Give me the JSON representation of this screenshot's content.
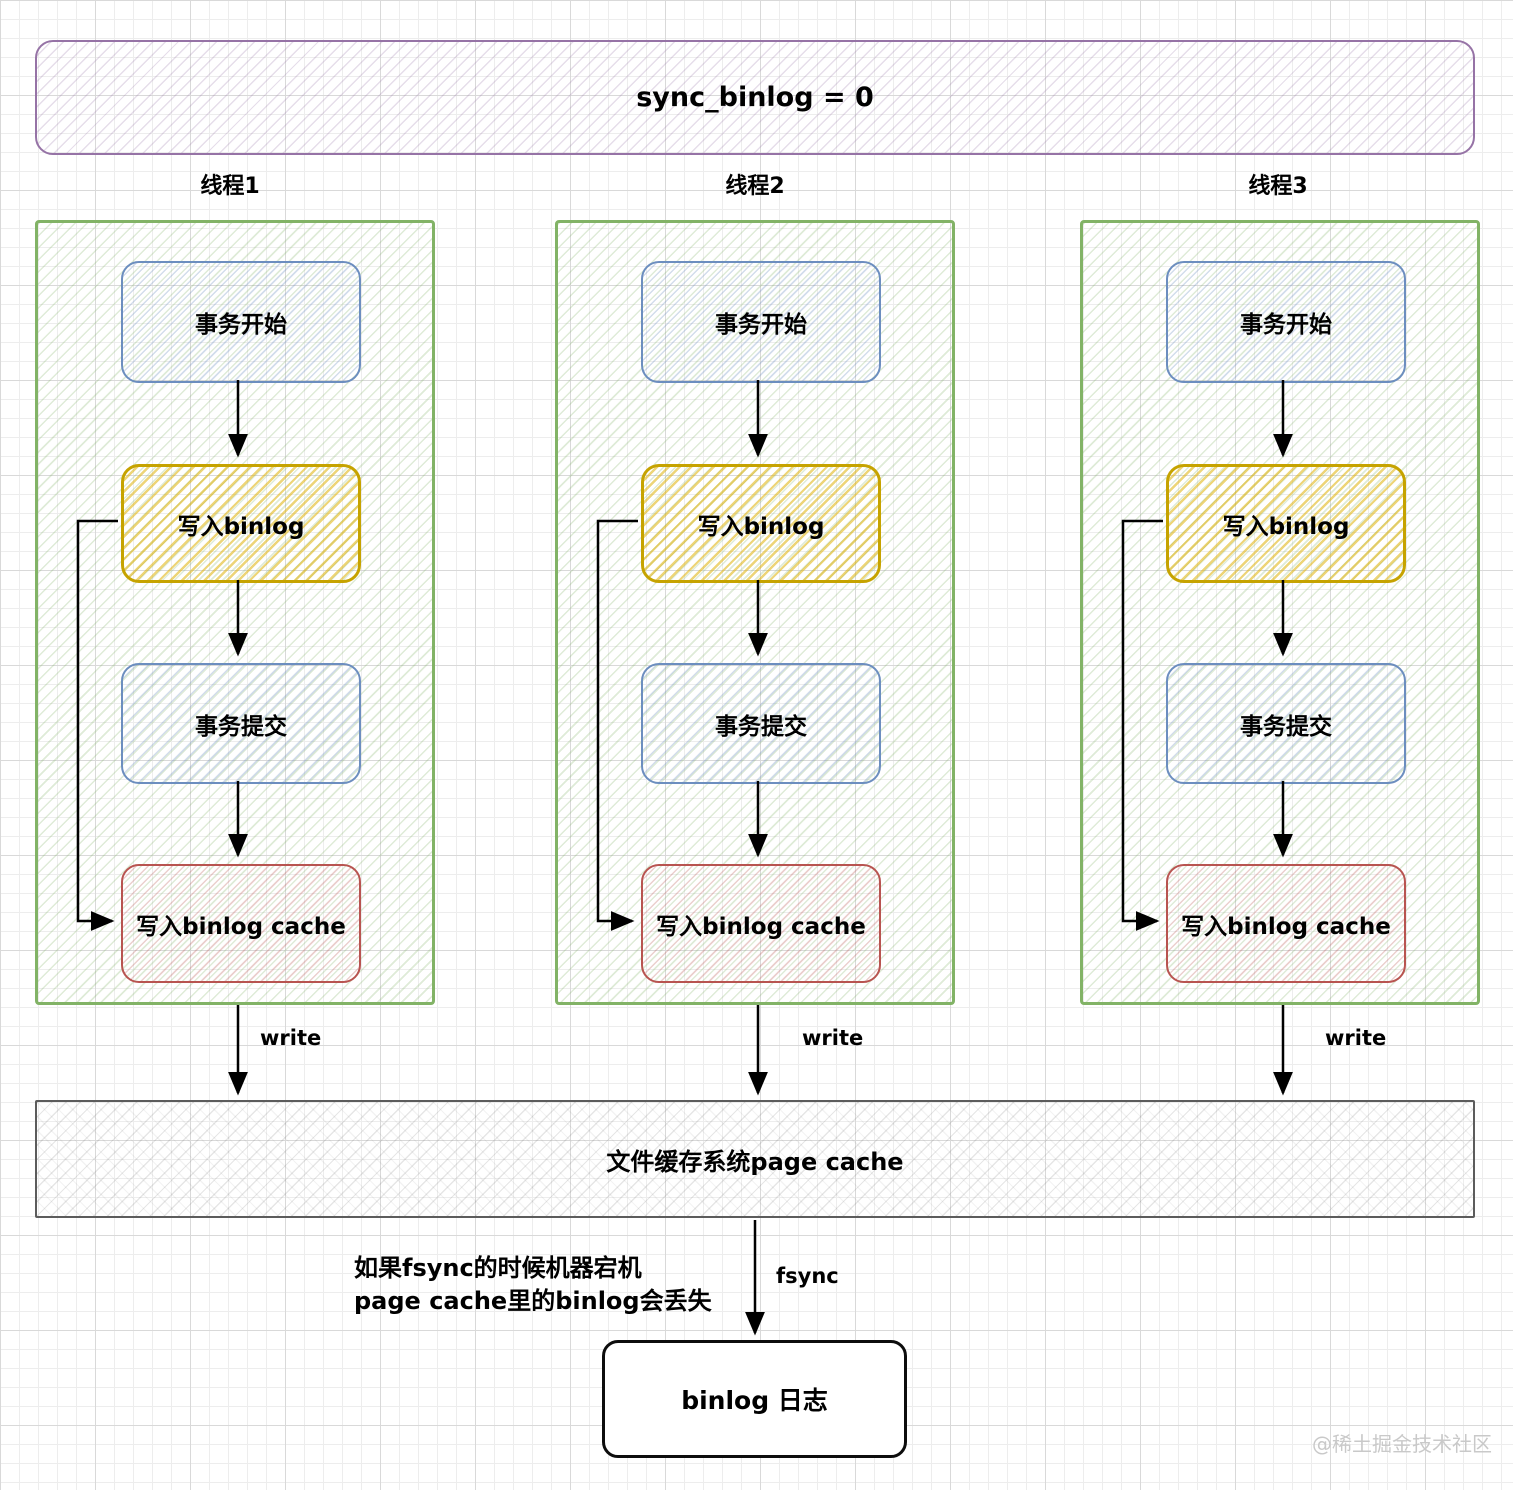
{
  "banner": {
    "label": "sync_binlog = 0"
  },
  "columns": [
    {
      "title": "线程1",
      "write_label": "write",
      "steps": [
        {
          "label": "事务开始"
        },
        {
          "label": "写入binlog"
        },
        {
          "label": "事务提交"
        },
        {
          "label": "写入binlog cache"
        }
      ]
    },
    {
      "title": "线程2",
      "write_label": "write",
      "steps": [
        {
          "label": "事务开始"
        },
        {
          "label": "写入binlog"
        },
        {
          "label": "事务提交"
        },
        {
          "label": "写入binlog cache"
        }
      ]
    },
    {
      "title": "线程3",
      "write_label": "write",
      "steps": [
        {
          "label": "事务开始"
        },
        {
          "label": "写入binlog"
        },
        {
          "label": "事务提交"
        },
        {
          "label": "写入binlog cache"
        }
      ]
    }
  ],
  "page_cache": {
    "label": "文件缓存系统page cache"
  },
  "fsync": {
    "label": "fsync"
  },
  "note": {
    "line1": "如果fsync的时候机器宕机",
    "line2": "page cache里的binlog会丢失"
  },
  "binlog_file": {
    "label": "binlog 日志"
  },
  "watermark": {
    "label": "@稀土掘金技术社区"
  },
  "colors": {
    "banner_border": "#9673a6",
    "thread_border": "#82b366",
    "transaction_border": "#6c8ebf",
    "write_binlog_border": "#c6a300",
    "binlog_cache_border": "#b85450",
    "page_cache_border": "#5c5c5c",
    "arrow": "#000000"
  }
}
